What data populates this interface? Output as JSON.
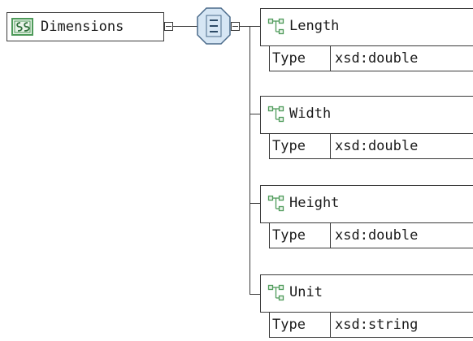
{
  "diagram": {
    "root": {
      "label": "Dimensions",
      "icon": "complex-type-icon"
    },
    "compositor": {
      "icon": "sequence-compositor-icon"
    },
    "elements": [
      {
        "name": "Length",
        "icon": "element-icon",
        "attribute_label": "Type",
        "attribute_value": "xsd:double"
      },
      {
        "name": "Width",
        "icon": "element-icon",
        "attribute_label": "Type",
        "attribute_value": "xsd:double"
      },
      {
        "name": "Height",
        "icon": "element-icon",
        "attribute_label": "Type",
        "attribute_value": "xsd:double"
      },
      {
        "name": "Unit",
        "icon": "element-icon",
        "attribute_label": "Type",
        "attribute_value": "xsd:string"
      }
    ]
  },
  "colors": {
    "line": "#3a3a3a",
    "icon_green": "#4e9a5a",
    "compositor_fill": "#d6e6f4",
    "compositor_stroke": "#4a6a8a"
  }
}
